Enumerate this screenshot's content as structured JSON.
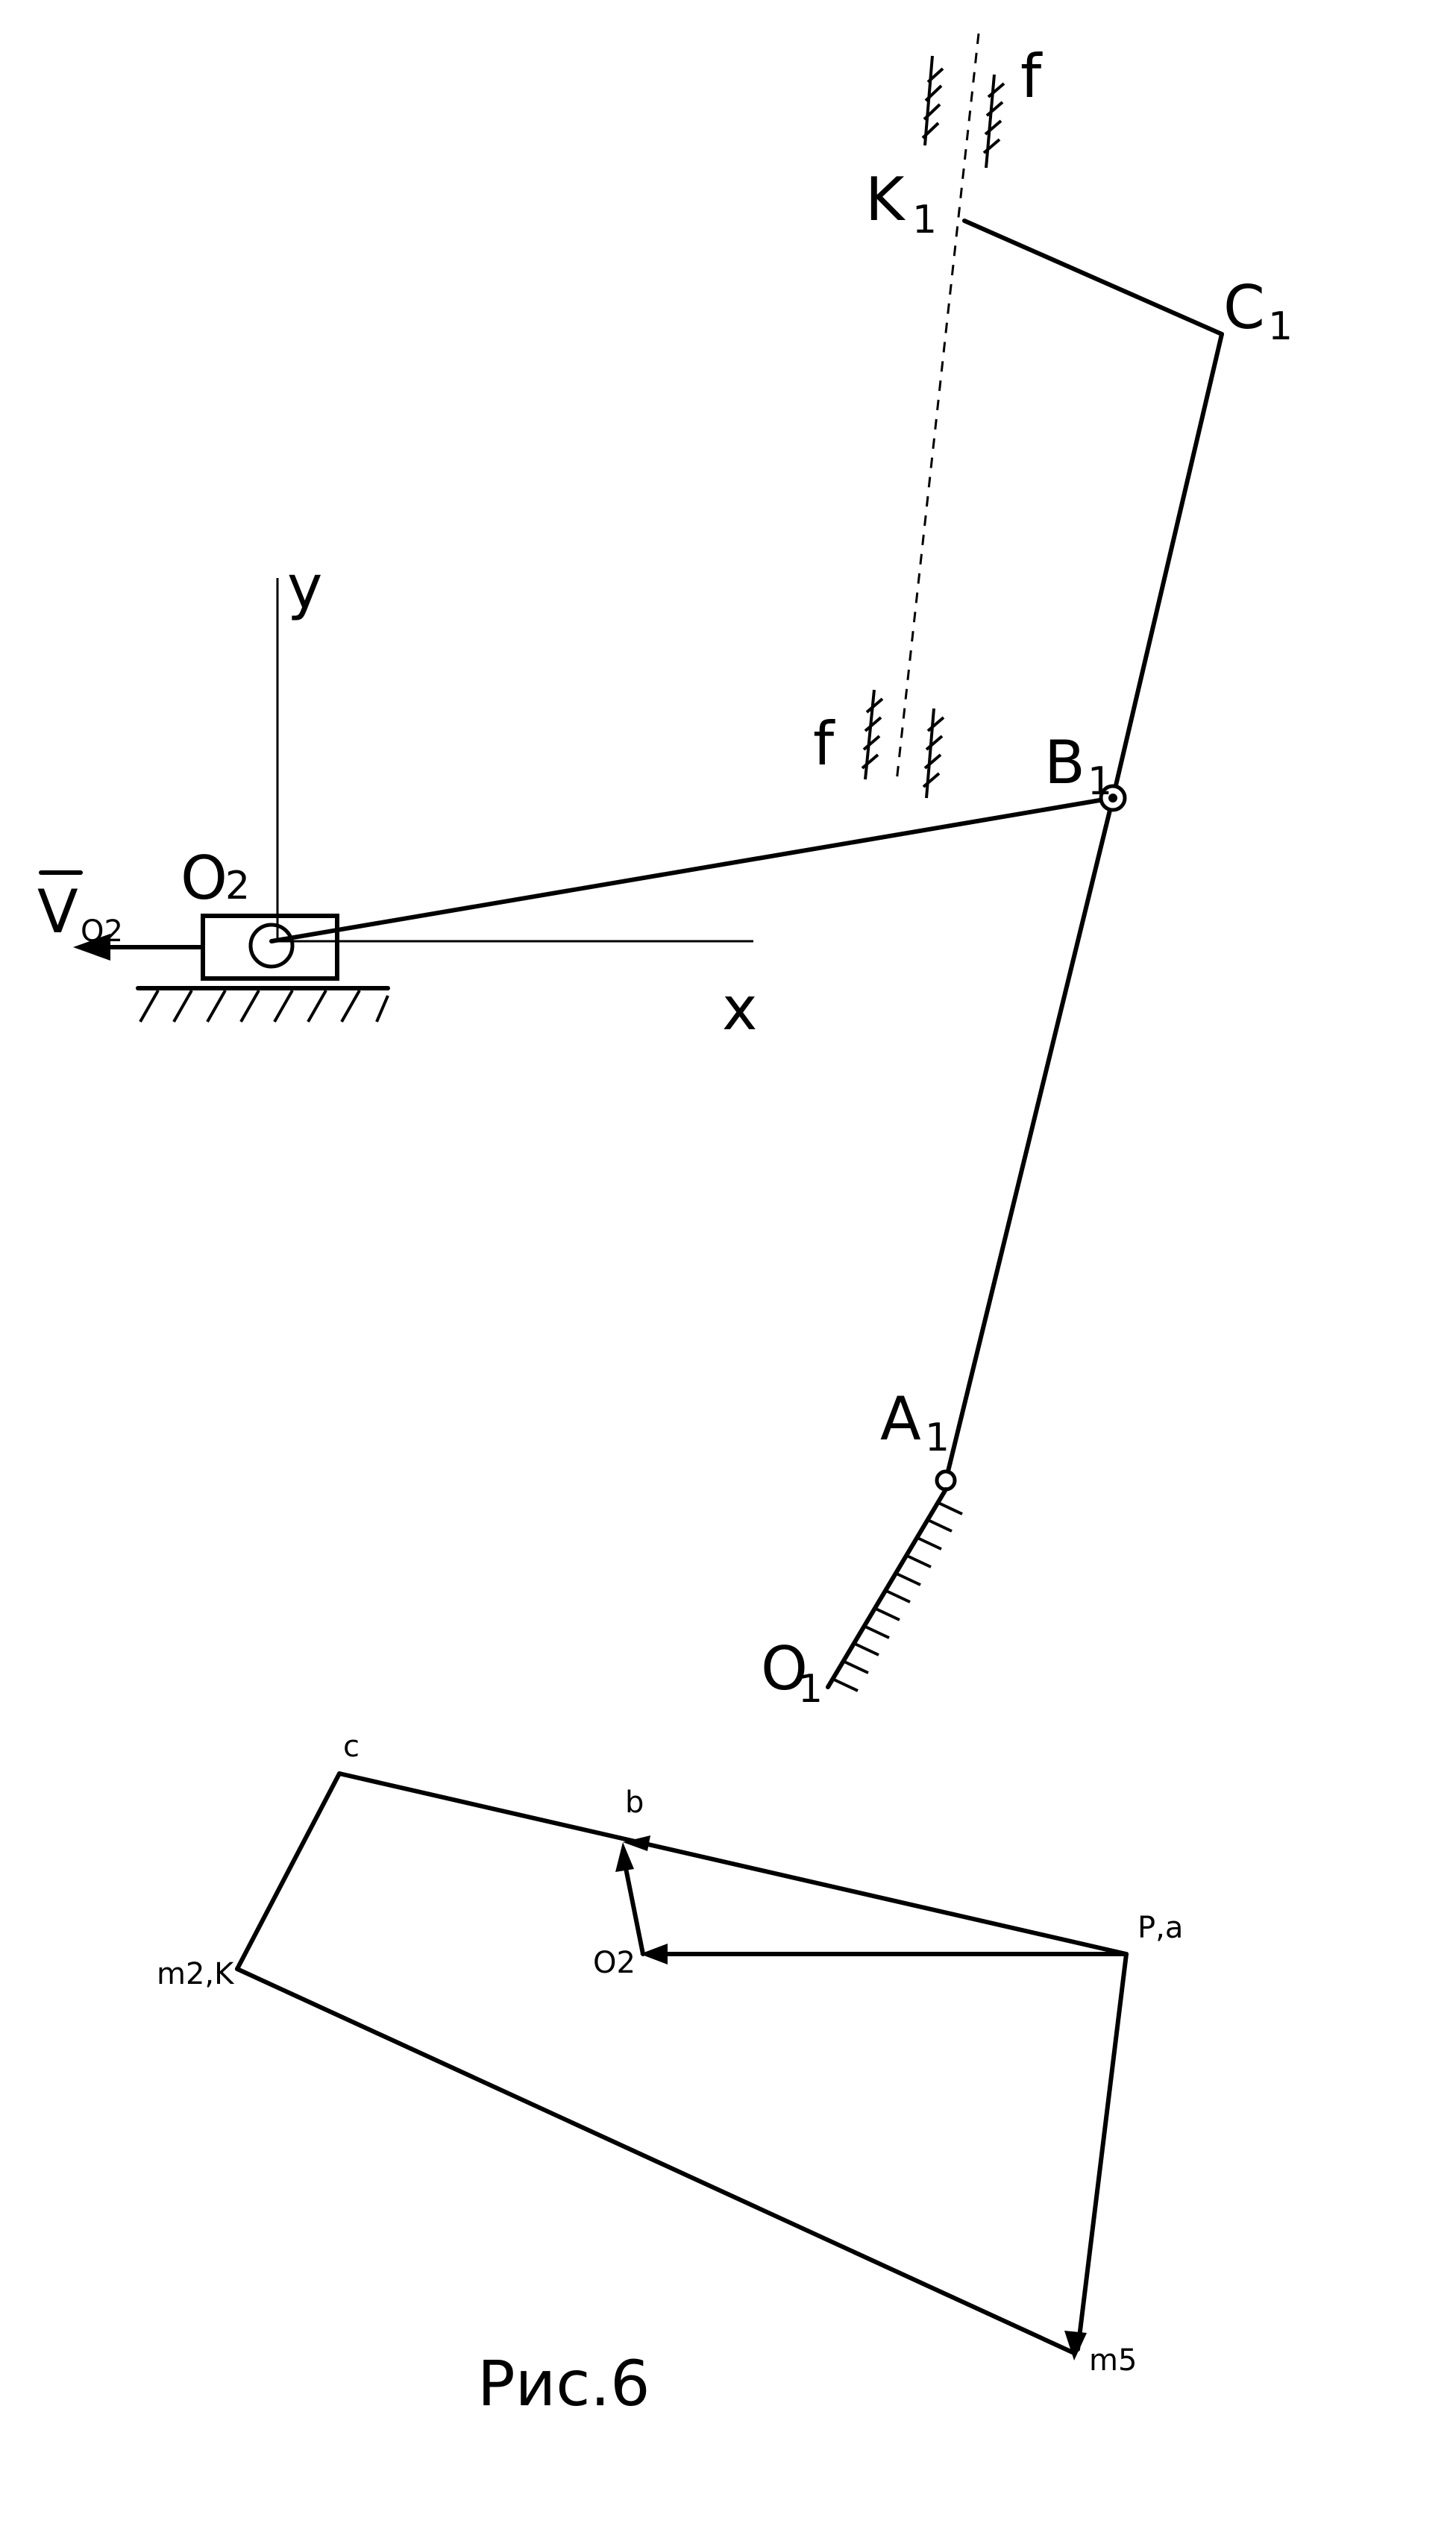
{
  "labels": {
    "k": "K",
    "k_sub": "1",
    "c": "C",
    "c_sub": "1",
    "b": "B",
    "b_sub": "1",
    "a": "A",
    "a_sub": "1",
    "o1": "O",
    "o1_sub": "1",
    "o2": "O",
    "o2_sub": "2",
    "f_top": "f",
    "f_mid": "f",
    "axis_y": "y",
    "axis_x": "x",
    "v": "V",
    "v_sub": "O2"
  },
  "velocity_plan": {
    "c": "c",
    "b": "b",
    "pa": "P,a",
    "o2": "O2",
    "m2k": "m2,K",
    "m5": "m5"
  },
  "caption": "Рис.6"
}
